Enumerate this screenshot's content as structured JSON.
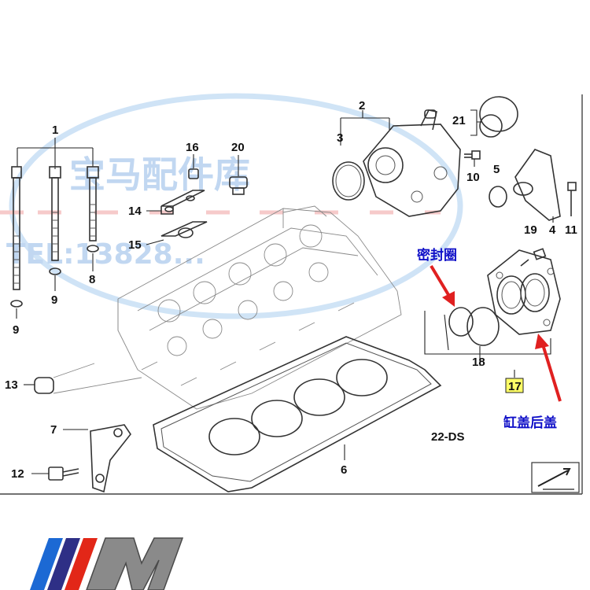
{
  "diagram": {
    "labels": {
      "l1": "1",
      "l2": "2",
      "l3": "3",
      "l4": "4",
      "l5": "5",
      "l6": "6",
      "l7": "7",
      "l8": "8",
      "l9a": "9",
      "l9b": "9",
      "l10": "10",
      "l11": "11",
      "l12": "12",
      "l13": "13",
      "l14": "14",
      "l15": "15",
      "l16": "16",
      "l17": "17",
      "l18": "18",
      "l19": "19",
      "l20": "20",
      "l21": "21"
    },
    "code": "22-DS",
    "annotations": {
      "seal_ring": "密封圈",
      "rear_cover": "缸盖后盖"
    },
    "watermark": {
      "shop_name": "宝马配件库",
      "phone": "TEL:13828..."
    },
    "colors": {
      "annotation_blue": "#1010c8",
      "arrow_red": "#e02020",
      "highlight": "#ffff66",
      "watermark_blue": "#9ec3ea",
      "logo_blue": "#1c69d4",
      "logo_darkblue": "#2e2f86",
      "logo_red": "#e22718"
    }
  }
}
